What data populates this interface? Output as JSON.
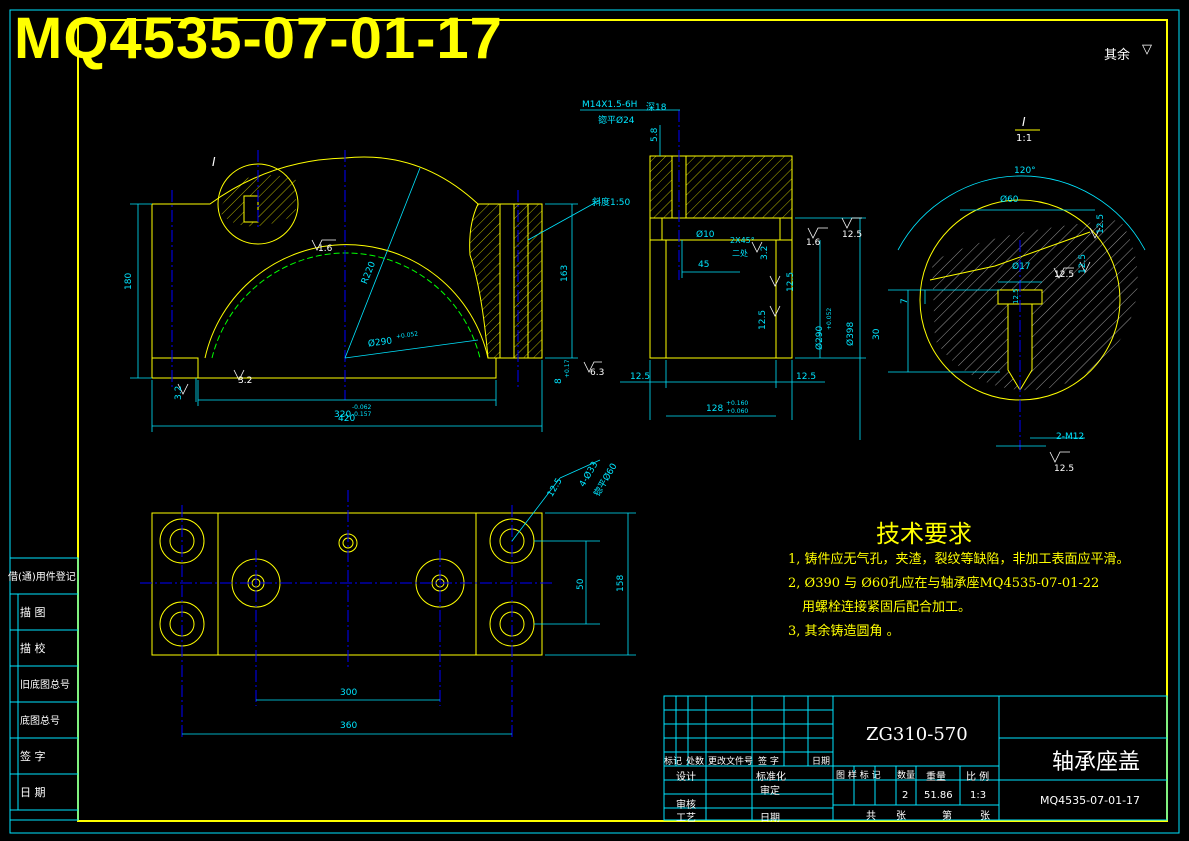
{
  "drawing_number": "MQ4535-07-01-17",
  "surface_note": "其余",
  "detail_label": "I",
  "detail_scale": "1:1",
  "dimensions": {
    "front": {
      "width_420": "420",
      "width_320": "320",
      "tol_320_up": "-0.062",
      "tol_320_low": "-0.157",
      "height_180": "180",
      "height_163": "163",
      "radius": "R220",
      "bore": "Ø290",
      "bore_tol": "+0.052",
      "taper": "斜度1:50",
      "rough_16": "1.6",
      "rough_32a": "3.2",
      "rough_32b": "3.2",
      "rough_63": "6.3",
      "small_8": "8",
      "small_8_tol": "+0.17"
    },
    "side": {
      "thread": "M14X1.5-6H",
      "thread_depth": "深18",
      "counterbore": "锪平Ø24",
      "dim_58": "5.8",
      "dia_10": "Ø10",
      "chamfer": "2X45°",
      "chamfer2": "二处",
      "dim_45": "45",
      "width_128": "128",
      "w128_tol_up": "+0.160",
      "w128_tol_low": "+0.060",
      "dia_290": "Ø290",
      "dia_290_tol": "+0.052",
      "dia_398": "Ø398",
      "dim_125a": "12.5",
      "dim_125b": "12.5",
      "rough_16": "1.6",
      "rough_125": "12.5",
      "rough_32": "3.2",
      "rough_125b": "12.5",
      "rough_125c": "12.5"
    },
    "detail": {
      "angle": "120°",
      "dia_60": "Ø60",
      "dia_17": "Ø17",
      "dim_7": "7",
      "dim_30": "30",
      "thread": "2-M12",
      "rough_125a": "12.5",
      "rough_125b": "12.5",
      "rough_125c": "12.5",
      "rough_125d": "12.5",
      "rough_125e": "12.5"
    },
    "top": {
      "dim_300": "300",
      "dim_360": "360",
      "dim_50": "50",
      "dim_158": "158",
      "holes": "4-Ø33",
      "counterbore": "锪平Ø60",
      "rough_125": "12.5"
    }
  },
  "requirements": {
    "title": "技术要求",
    "lines": [
      "1, 铸件应无气孔，夹渣，裂纹等缺陷，非加工表面应平滑。",
      "2, Ø390 与   Ø60孔应在与轴承座MQ4535-07-01-22",
      "用螺栓连接紧固后配合加工。",
      "3, 其余铸造圆角    。"
    ]
  },
  "side_table": [
    "借(通)用件登记",
    "描    图",
    "描    校",
    "旧底图总号",
    "底图总号",
    "签    字",
    "日    期"
  ],
  "title_block": {
    "material": "ZG310-570",
    "part_name": "轴承座盖",
    "drawing_no": "MQ4535-07-01-17",
    "col_mark": "标记",
    "col_count": "处数",
    "col_doc": "更改文件号",
    "col_sign": "签 字",
    "col_date": "日期",
    "design": "设计",
    "standard": "标准化",
    "review": "审核",
    "approve": "审定",
    "process": "工艺",
    "date_lbl": "日期",
    "stage": "图 样 标 记",
    "qty": "数量",
    "weight": "重量",
    "scale_lbl": "比 例",
    "qty_val": "2",
    "weight_val": "51.86",
    "scale_val": "1:3",
    "total": "共",
    "sheets": "张",
    "sheet_no": "第",
    "sheet_unit": "张"
  }
}
